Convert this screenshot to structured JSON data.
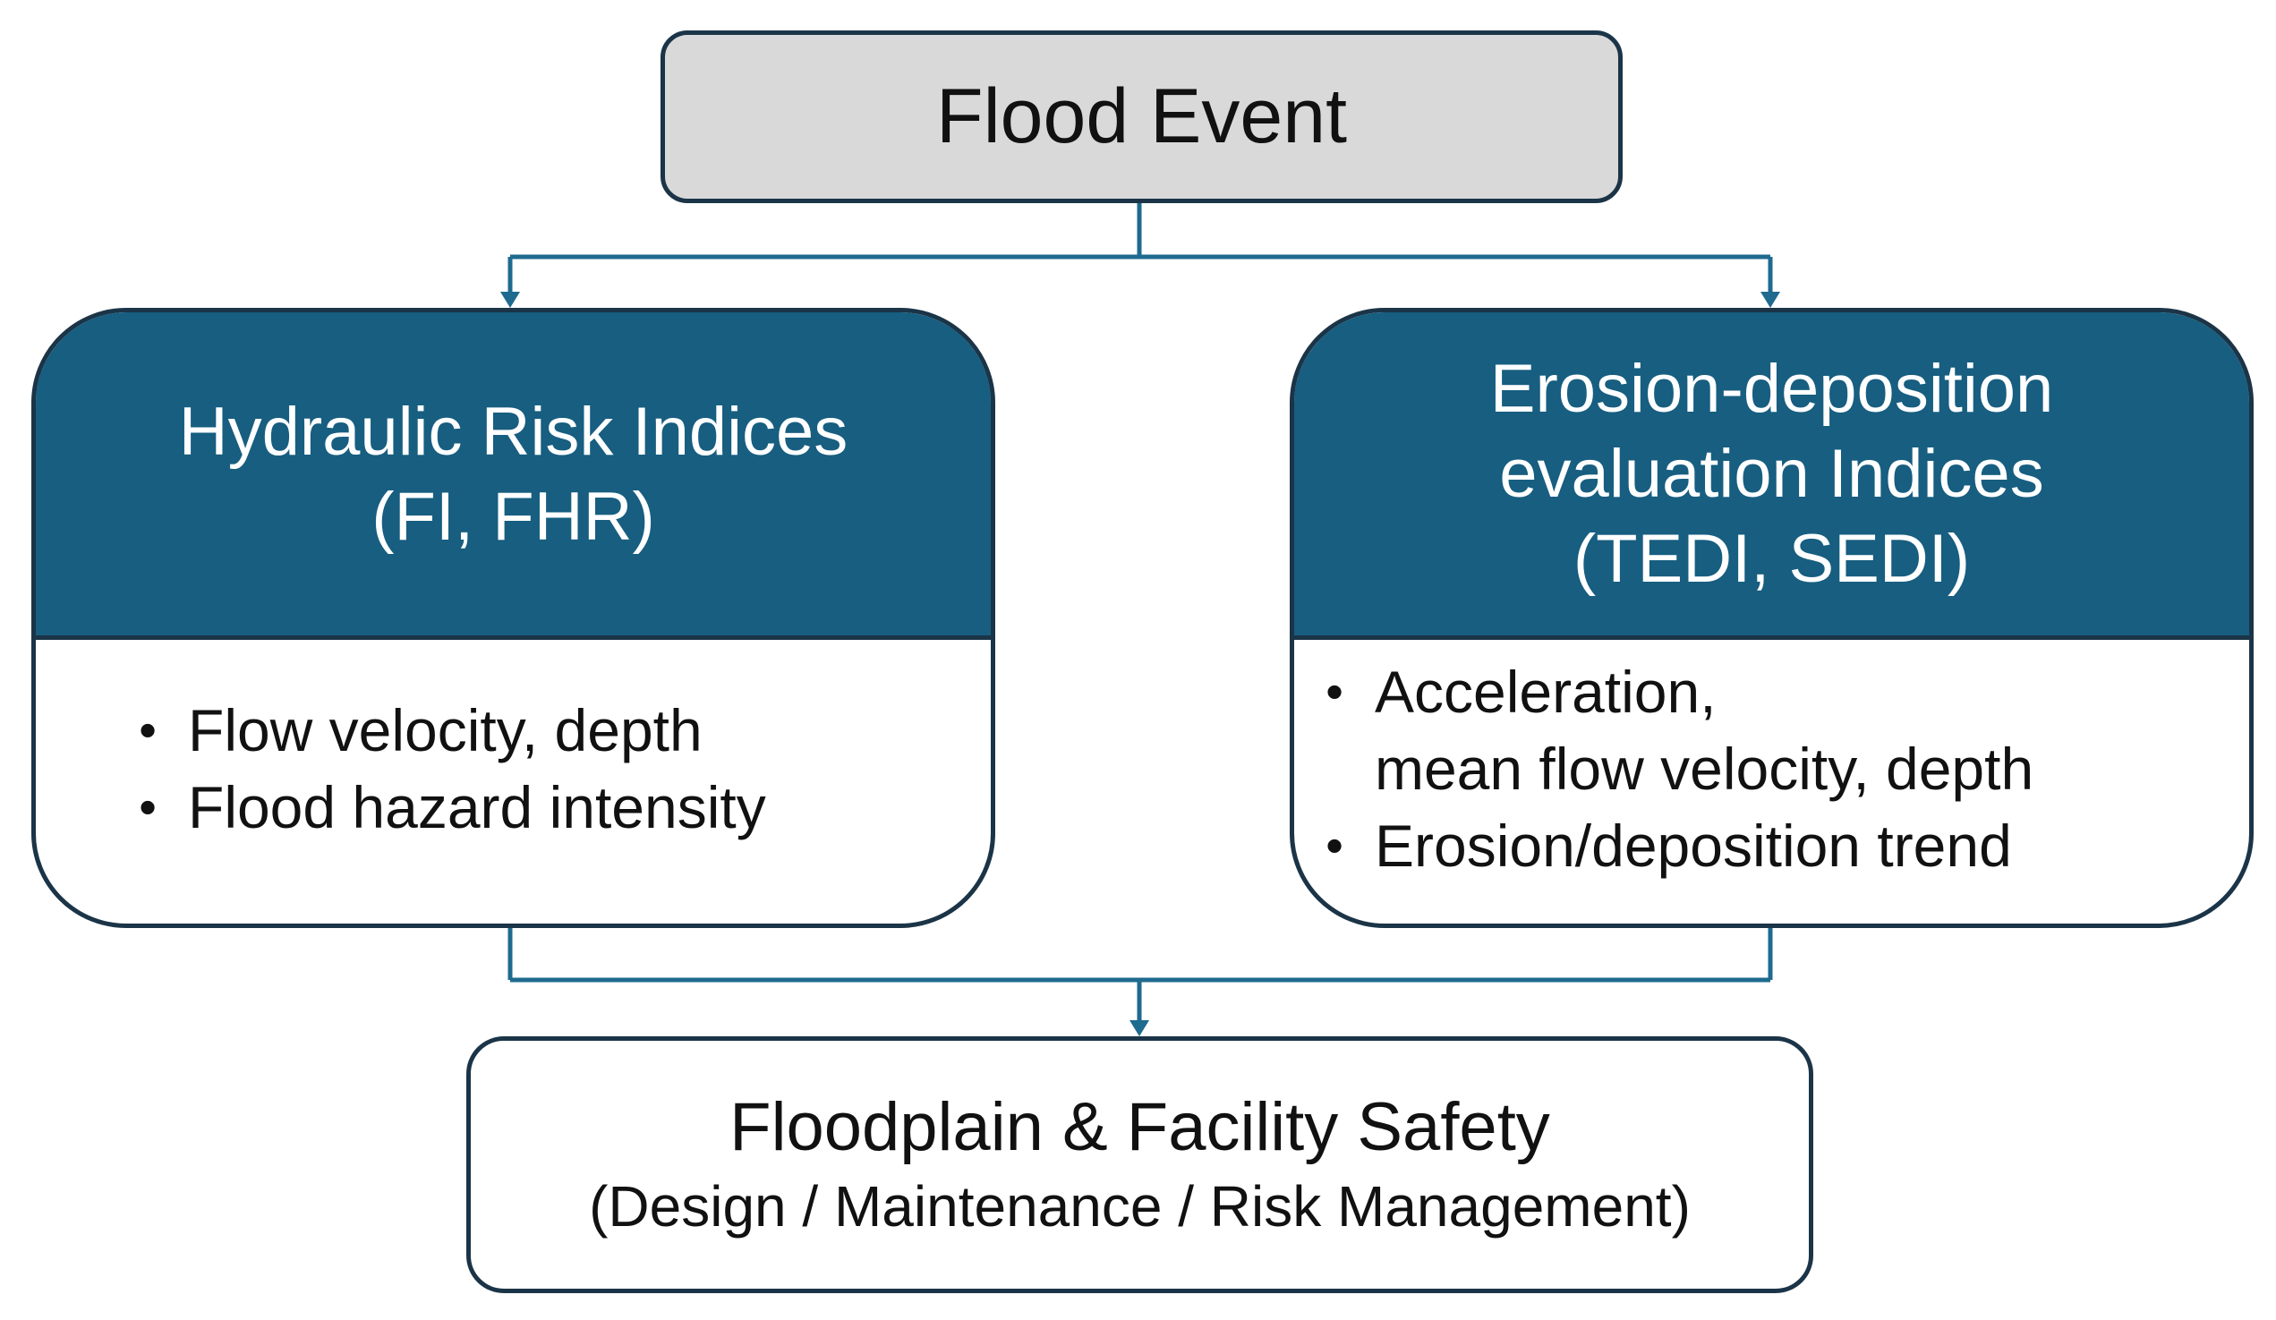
{
  "top": {
    "title": "Flood Event"
  },
  "left": {
    "header": [
      "Hydraulic Risk Indices",
      "(FI, FHR)"
    ],
    "bullets": [
      "Flow velocity, depth",
      "Flood hazard intensity"
    ]
  },
  "right": {
    "header": [
      "Erosion-deposition",
      "evaluation Indices",
      "(TEDI, SEDI)"
    ],
    "bullets": [
      [
        "Acceleration,",
        "mean flow velocity, depth"
      ],
      [
        "Erosion/deposition trend"
      ]
    ]
  },
  "bottom": {
    "title": "Floodplain & Facility Safety",
    "subtitle": "(Design / Maintenance / Risk Management)"
  },
  "colors": {
    "header_fill": "#175e80",
    "connector": "#1f6a8f",
    "border": "#1b3447",
    "top_fill": "#d9d9d9"
  }
}
